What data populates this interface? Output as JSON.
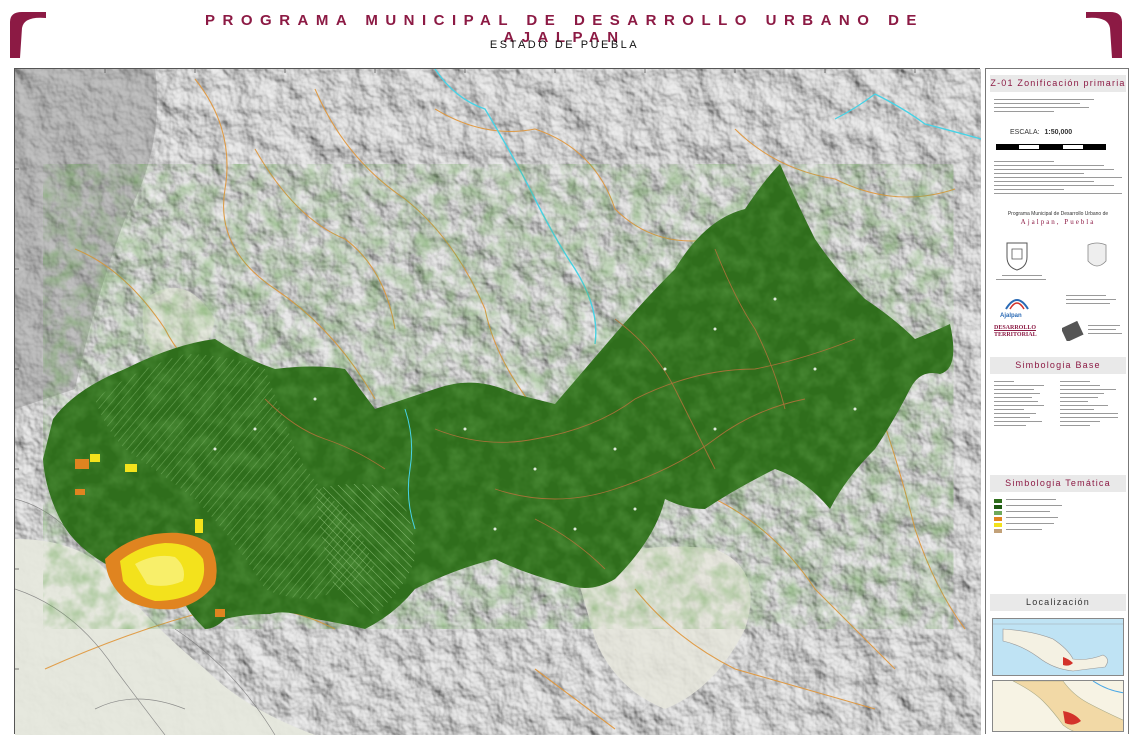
{
  "header": {
    "title": "PROGRAMA MUNICIPAL DE DESARROLLO URBANO DE AJALPAN",
    "subtitle": "ESTADO DE PUEBLA"
  },
  "legend": {
    "sheet_title": "Z-01 Zonificación primaria",
    "scale_label": "ESCALA:",
    "scale_value": "1:50,000",
    "program_line": "Programa Municipal de Desarrollo Urbano de",
    "municipality": "Ajalpan, Puebla",
    "simbologia_base": "Simbologia Base",
    "simbologia_tematica": "Simbologia Temática",
    "localizacion": "Localización",
    "logo_caption": "Ajalpan",
    "desarrollo_line1": "DESARROLLO",
    "desarrollo_line2": "TERRITORIAL"
  },
  "colors": {
    "accent": "#8c1a44",
    "municipal_green": "#2f6e1c",
    "dark_green": "#1e5a12",
    "urban_yellow": "#f3e21c",
    "urban_orange": "#e0801e",
    "river": "#4fd7e8",
    "relief_light": "#d8d8d8",
    "relief_dark": "#9e9e9e",
    "plain": "#e8ebe0"
  }
}
